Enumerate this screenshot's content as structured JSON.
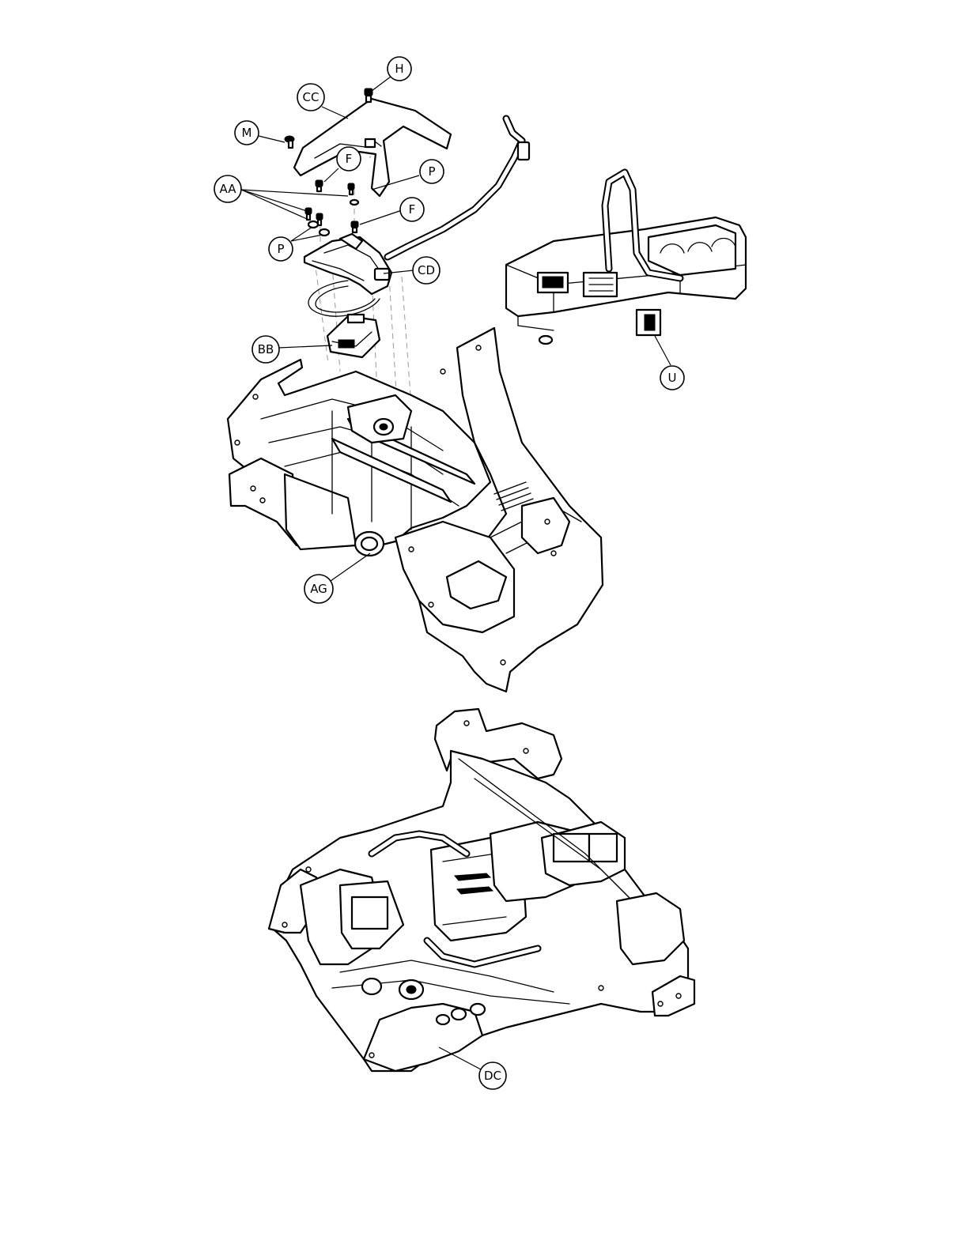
{
  "callouts": {
    "h": "H",
    "cc": "CC",
    "m": "M",
    "f_upper": "F",
    "p_upper": "P",
    "aa": "AA",
    "f_lower": "F",
    "p_lower": "P",
    "cd": "CD",
    "bb": "BB",
    "u": "U",
    "ag": "AG",
    "dc": "DC"
  }
}
